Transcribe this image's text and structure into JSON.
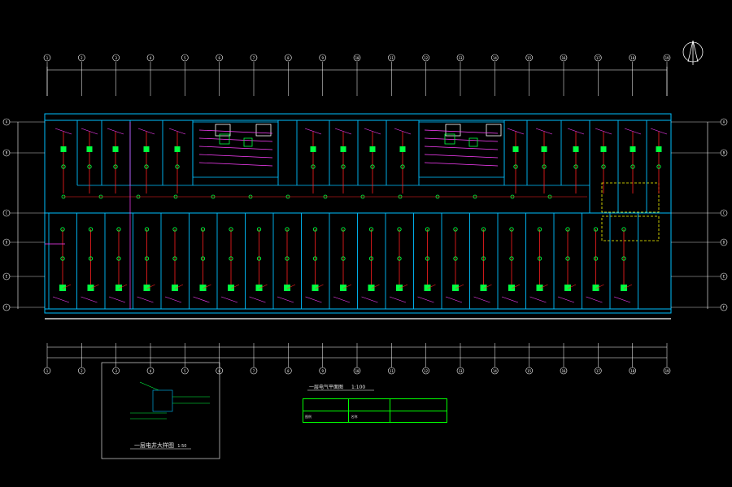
{
  "drawing": {
    "plan_title": "一层电气平面图",
    "plan_scale": "1:100",
    "detail_title": "一层电井大样图",
    "detail_scale": "1:50",
    "legend_col1": "图例",
    "legend_col2": "名称"
  },
  "colors": {
    "background": "#000000",
    "wall": "#00bfff",
    "circuit": "#ff2020",
    "annotation": "#ff40ff",
    "fixture": "#00ff40",
    "dimension": "#ffffff",
    "highlight": "#ffff00"
  },
  "grid": {
    "columns": [
      "1",
      "2",
      "3",
      "4",
      "5",
      "6",
      "7",
      "8",
      "9",
      "10",
      "11",
      "12",
      "13",
      "14",
      "15",
      "16",
      "17",
      "18",
      "19"
    ],
    "rows": [
      "A",
      "B",
      "C",
      "D",
      "E",
      "F"
    ]
  }
}
